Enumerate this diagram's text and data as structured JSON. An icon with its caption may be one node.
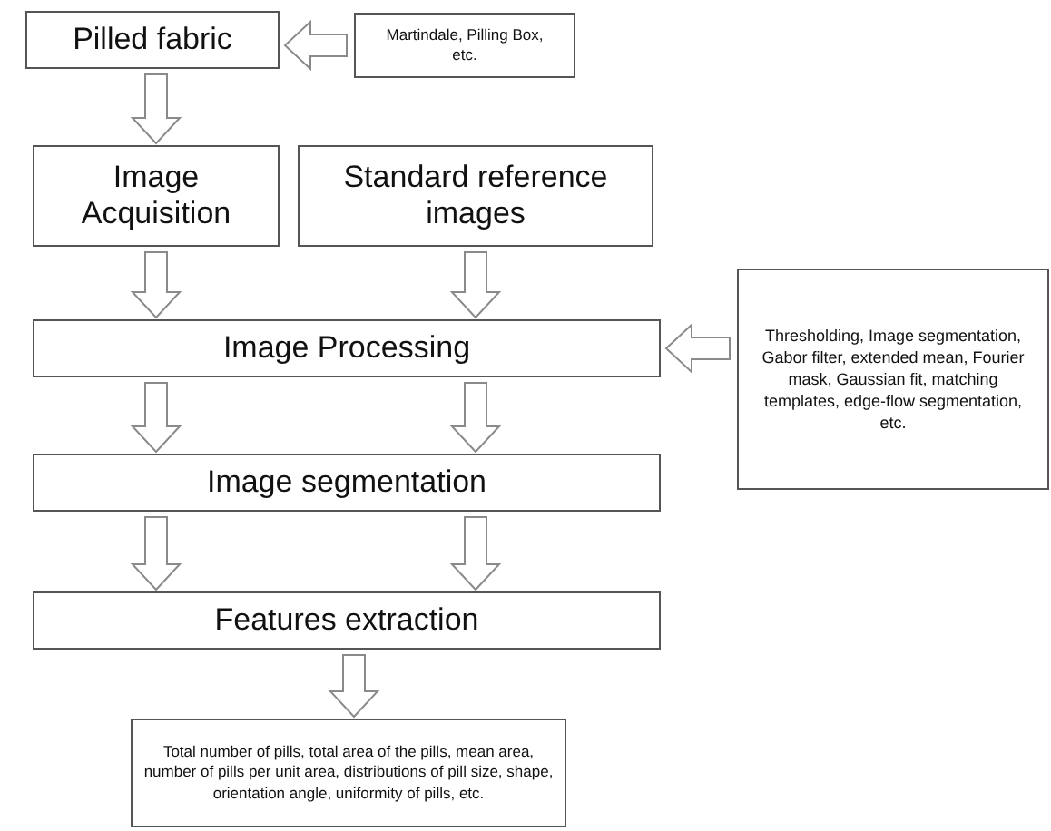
{
  "diagram": {
    "nodes": [
      {
        "text": [
          "Pilled fabric"
        ]
      },
      {
        "text": [
          "Martindale, Pilling Box, etc."
        ]
      },
      {
        "text": [
          "Image Acquisition"
        ]
      },
      {
        "text": [
          "Standard reference images"
        ]
      },
      {
        "text": [
          "Image Processing"
        ]
      },
      {
        "text": [
          "Thresholding, Image segmentation, Gabor filter, extended mean, Fourier mask, Gaussian fit, matching templates, edge-flow segmentation, etc."
        ]
      },
      {
        "text": [
          "Image segmentation"
        ]
      },
      {
        "text": [
          "Features extraction"
        ]
      },
      {
        "text": [
          "Total number of pills, total area of the pills, mean area, number of pills per unit area, distributions of pill size, shape, orientation angle, uniformity of pills, etc."
        ]
      }
    ],
    "edges": [
      {
        "from": 1,
        "to": 0,
        "arrow": "to"
      },
      {
        "from": 0,
        "to": 2,
        "arrow": "to"
      },
      {
        "from": 2,
        "to": 4,
        "arrow": "to"
      },
      {
        "from": 3,
        "to": 4,
        "arrow": "to"
      },
      {
        "from": 5,
        "to": 4,
        "arrow": "to"
      },
      {
        "from": 4,
        "to": 6,
        "arrow": "to"
      },
      {
        "from": 4,
        "to": 6,
        "arrow": "to"
      },
      {
        "from": 6,
        "to": 7,
        "arrow": "to"
      },
      {
        "from": 6,
        "to": 7,
        "arrow": "to"
      },
      {
        "from": 7,
        "to": 8,
        "arrow": "to"
      }
    ]
  }
}
